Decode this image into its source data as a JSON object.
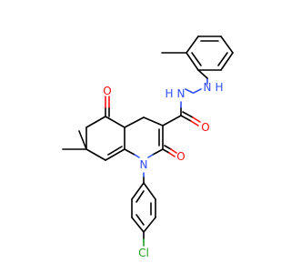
{
  "molecule": {
    "colors": {
      "carbon": "#000000",
      "nitrogen": "#3050F8",
      "oxygen": "#FF0D0D",
      "chlorine": "#1FA01F",
      "hydrogen": "#3050F8"
    },
    "atom_labels": {
      "n_ring": "N",
      "o_ketone": "O",
      "o_lactam": "O",
      "o_amide": "O",
      "nh_amide": "N",
      "nh_amide_h": "H",
      "nh_hydrazine": "N",
      "nh_hydrazine_h": "H",
      "cl": "Cl"
    }
  }
}
